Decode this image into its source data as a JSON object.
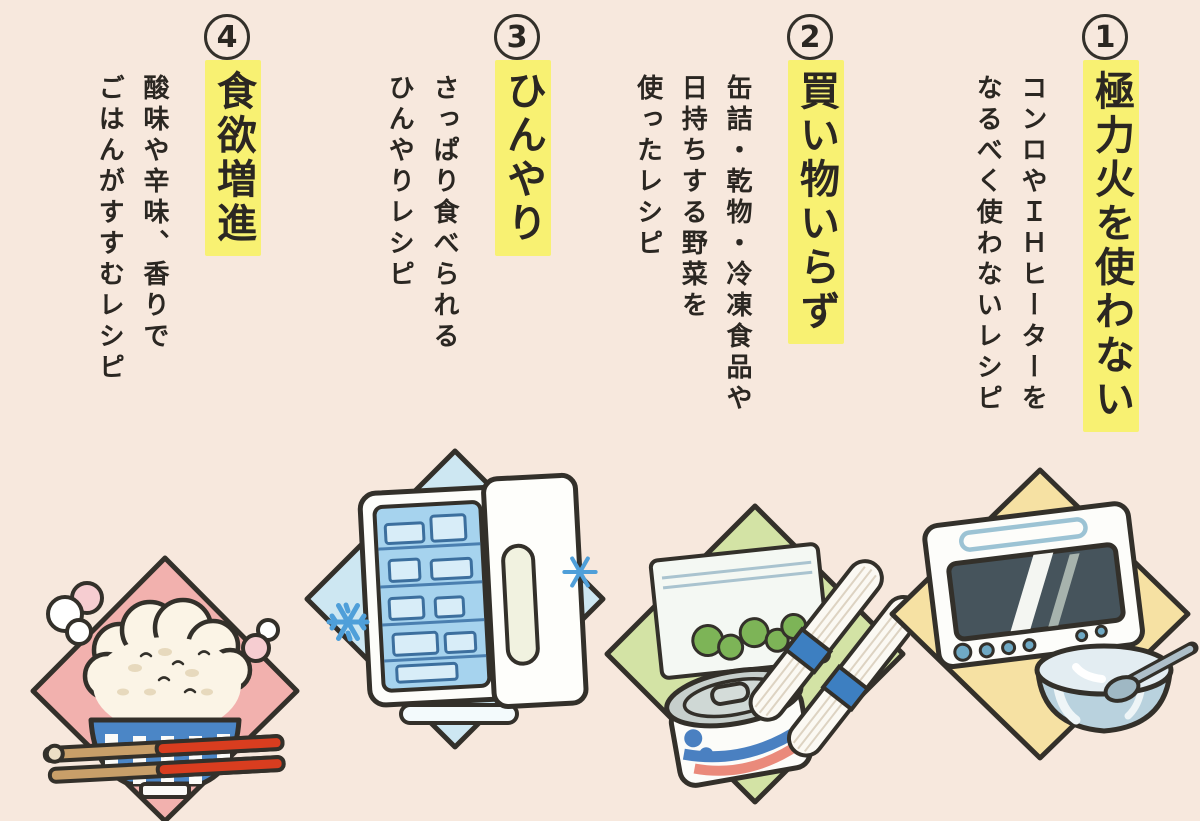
{
  "page": {
    "bg_color": "#f7e8dd",
    "ink_color": "#33302a",
    "highlight_color": "#f8f172"
  },
  "sections": [
    {
      "number": "1",
      "title": "極力火を使わない",
      "lines": [
        "コンロやＩＨヒーターを",
        "なるべく使わないレシピ"
      ]
    },
    {
      "number": "2",
      "title": "買い物いらず",
      "lines": [
        "缶詰・乾物・冷凍食品や",
        "日持ちする野菜を",
        "使ったレシピ"
      ]
    },
    {
      "number": "3",
      "title": "ひんやり",
      "lines": [
        "さっぱり食べられる",
        "ひんやりレシピ"
      ]
    },
    {
      "number": "4",
      "title": "食欲増進",
      "lines": [
        "酸味や辛味、香りで",
        "ごはんがすすむレシピ"
      ]
    }
  ],
  "illustrations": [
    {
      "name": "rice-bowl-and-chopsticks",
      "diamond_color": "#f2b1ae"
    },
    {
      "name": "open-refrigerator",
      "diamond_color": "#cde7f2"
    },
    {
      "name": "canned-food-bag-and-noodles",
      "diamond_color": "#d3e3a5"
    },
    {
      "name": "toaster-oven-and-bowl",
      "diamond_color": "#f6e1a3"
    }
  ]
}
